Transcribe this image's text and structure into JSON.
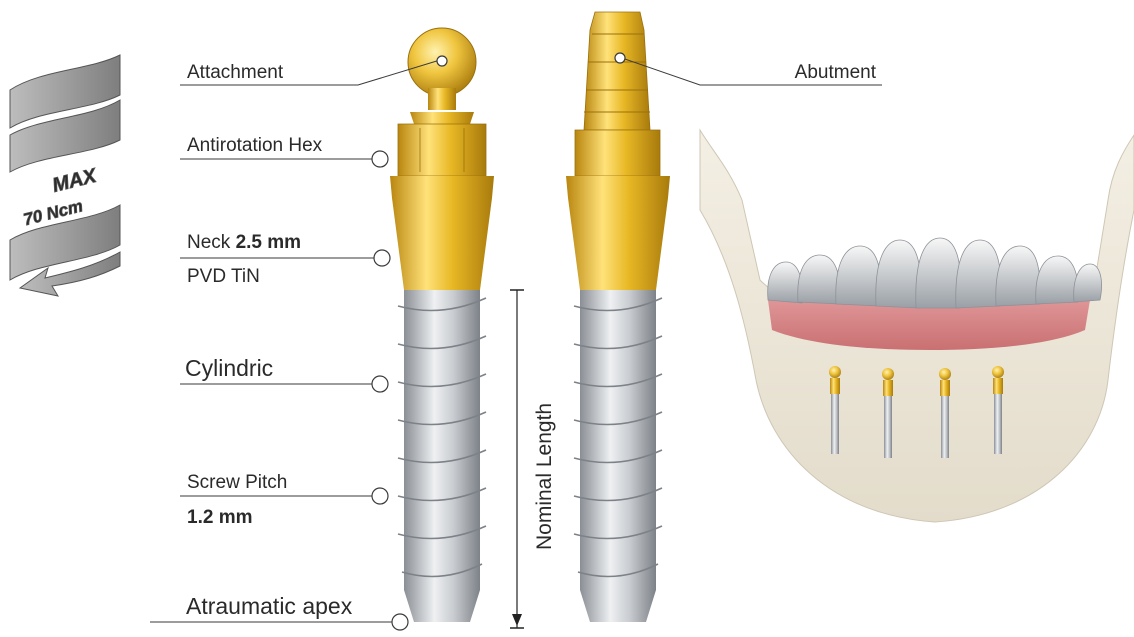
{
  "torque": {
    "line1": "MAX",
    "line2": "70 Ncm"
  },
  "labels": {
    "attachment": "Attachment",
    "abutment": "Abutment",
    "antirotation_hex": "Antirotation Hex",
    "neck_prefix": "Neck ",
    "neck_value": "2.5 mm",
    "coating": "PVD TiN",
    "cylindric": "Cylindric",
    "screw_pitch": "Screw Pitch",
    "screw_pitch_value": "1.2 mm",
    "apex": "Atraumatic apex",
    "nominal_length": "Nominal Length"
  },
  "colors": {
    "gold": "#e8b825",
    "gold_light": "#ffe27a",
    "gold_dark": "#b9860f",
    "titanium": "#c9ccd0",
    "titanium_dark": "#8a8f95",
    "arrow_gray": "#9e9e9e",
    "text": "#2a2a2a"
  }
}
